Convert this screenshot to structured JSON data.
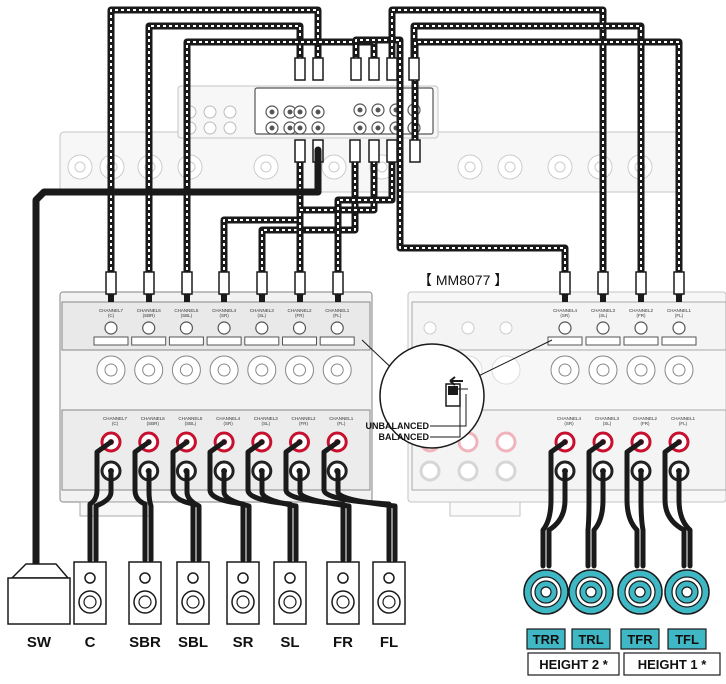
{
  "model_label": "【 MM8077 】",
  "switch": {
    "unbalanced": "UNBALANCED",
    "balanced": "BALANCED"
  },
  "subwoofer_label": "SW",
  "speakers_left": [
    "C",
    "SBR",
    "SBL",
    "SR",
    "SL",
    "FR",
    "FL"
  ],
  "height_speakers": [
    "TRR",
    "TRL",
    "TFR",
    "TFL"
  ],
  "height_groups": [
    "HEIGHT 2 *",
    "HEIGHT 1 *"
  ],
  "left_channels": [
    {
      "top": "CHANNEL7",
      "sub": "(C)"
    },
    {
      "top": "CHANNEL6",
      "sub": "(SBR)"
    },
    {
      "top": "CHANNEL5",
      "sub": "(SBL)"
    },
    {
      "top": "CHANNEL4",
      "sub": "(SR)"
    },
    {
      "top": "CHANNEL3",
      "sub": "(SL)"
    },
    {
      "top": "CHANNEL2",
      "sub": "(FR)"
    },
    {
      "top": "CHANNEL1",
      "sub": "(FL)"
    }
  ],
  "right_channels": [
    {
      "top": "CHANNEL4",
      "sub": "(SR)"
    },
    {
      "top": "CHANNEL3",
      "sub": "(SL)"
    },
    {
      "top": "CHANNEL2",
      "sub": "(FR)"
    },
    {
      "top": "CHANNEL1",
      "sub": "(FL)"
    }
  ],
  "colors": {
    "accent": "#3fb7c4",
    "terminal_red": "#c8102e",
    "cable": "#1a1a1a"
  }
}
